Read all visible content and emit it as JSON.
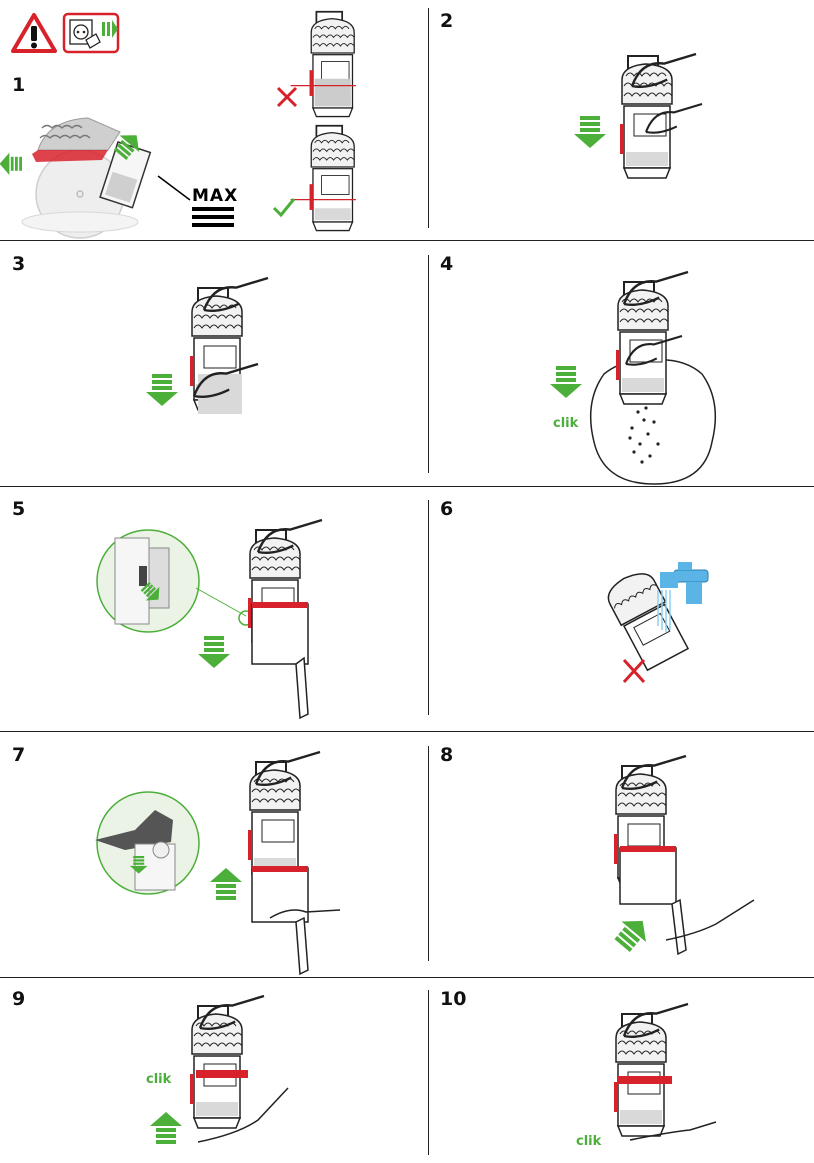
{
  "steps": [
    {
      "number": "1"
    },
    {
      "number": "2"
    },
    {
      "number": "3"
    },
    {
      "number": "4"
    },
    {
      "number": "5"
    },
    {
      "number": "6"
    },
    {
      "number": "7"
    },
    {
      "number": "8"
    },
    {
      "number": "9"
    },
    {
      "number": "10"
    }
  ],
  "labels": {
    "max": "MAX",
    "clik": "clik"
  },
  "colors": {
    "green": "#4caf3a",
    "red": "#d8222b",
    "water": "#5ab4e6",
    "line": "#222222",
    "light_gray": "#e4e4e4"
  },
  "icons": {
    "warning": "warning-icon",
    "unplug": "unplug-icon",
    "wrong": "cross-icon",
    "correct": "check-icon",
    "tap": "water-tap-icon"
  }
}
